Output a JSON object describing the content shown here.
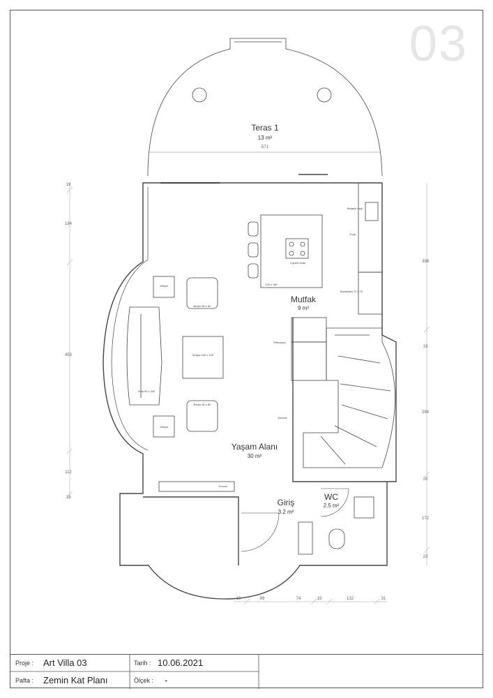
{
  "sheet_number": "03",
  "rooms": {
    "teras": {
      "name": "Teras 1",
      "area": "13 m²",
      "dim": "571"
    },
    "mutfak": {
      "name": "Mutfak",
      "area": "9 m²"
    },
    "yasam": {
      "name": "Yaşam Alanı",
      "area": "30 m²"
    },
    "giris": {
      "name": "Giriş",
      "area": "3.2 m²"
    },
    "wc": {
      "name": "WC",
      "area": "2.5 m²"
    }
  },
  "furniture": {
    "sehpa_top": "Sehpa",
    "sehpa_bottom": "Sehpa",
    "berjer_top": "Berjer 80 x 80",
    "berjer_bottom": "Berjer 80 x 80",
    "sehpa_center": "Sehpa 100 x 100",
    "sofa": "Sofa 90 x 240",
    "island": "120 x 180",
    "ocak": "4 gözlü ocak",
    "konsol": "Konsol",
    "televizyon": "Televizyon",
    "somine": "Şömine",
    "buzdolabi": "Buzdolabı 70 x 70",
    "bulasik": "Bulaşık mak.",
    "evye": "Evye"
  },
  "dims": {
    "left": [
      "19",
      "184",
      "453",
      "112",
      "19"
    ],
    "right": [
      "398",
      "19",
      "284",
      "20",
      "172",
      "23"
    ],
    "bottom": [
      "19",
      "99",
      "74",
      "19",
      "132",
      "31"
    ]
  },
  "title_block": {
    "proje_label": "Proje :",
    "proje_value": "Art Villa 03",
    "tarih_label": "Tarih :",
    "tarih_value": "10.06.2021",
    "pafta_label": "Pafta :",
    "pafta_value": "Zemin Kat Planı",
    "olcek_label": "Ölçek :",
    "olcek_value": "-"
  }
}
